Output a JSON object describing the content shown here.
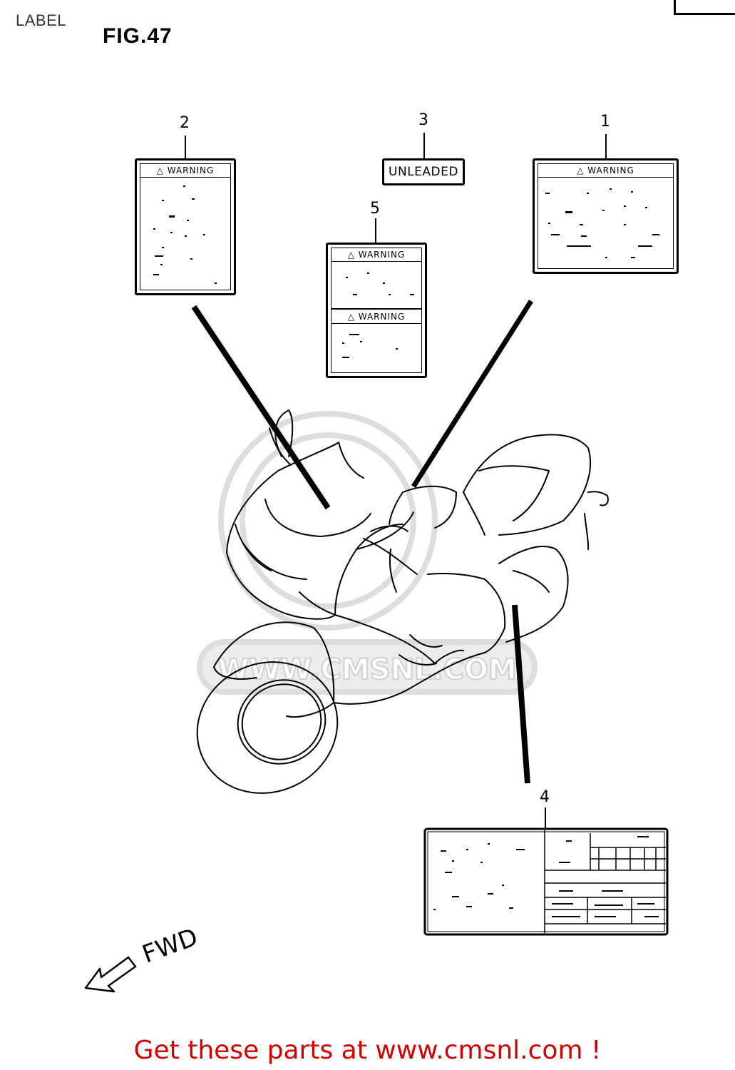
{
  "header": {
    "section": "LABEL",
    "figure": "FIG.47"
  },
  "callouts": {
    "c1": "1",
    "c2": "2",
    "c3": "3",
    "c4": "4",
    "c5": "5"
  },
  "labels": {
    "label_1_heading": "WARNING",
    "label_2_heading": "WARNING",
    "label_5_heading_top": "WARNING",
    "label_5_heading_bottom": "WARNING",
    "label_3_text": "UNLEADED"
  },
  "direction": {
    "text": "FWD"
  },
  "watermark": {
    "text": "WWW.CMSNL.COM"
  },
  "footer": {
    "cta": "Get these parts at www.cmsnl.com !"
  },
  "colors": {
    "ink": "#000000",
    "cta": "#d40000",
    "watermark": "#dcdcdc"
  }
}
